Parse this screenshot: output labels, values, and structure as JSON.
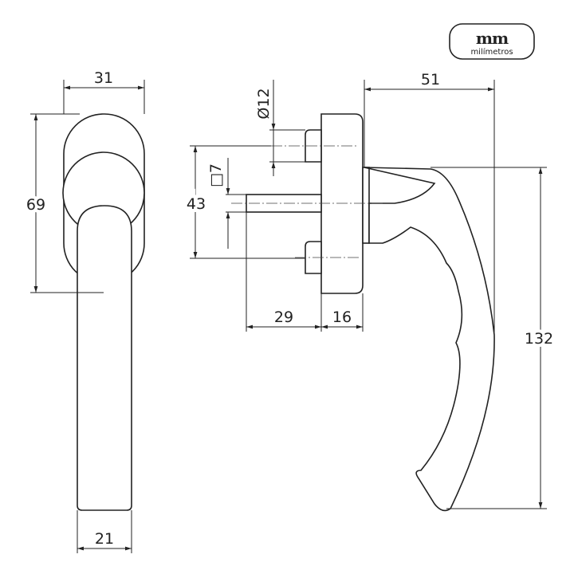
{
  "logo": {
    "mark": "mm",
    "caption": "milímetros"
  },
  "dimensions": {
    "front_width": "31",
    "front_height": "69",
    "lever_width": "21",
    "screw_diameter": "Ø12",
    "spindle_square": "□7",
    "screw_spacing": "43",
    "spindle_length": "29",
    "rosette_depth": "16",
    "handle_projection": "51",
    "handle_length": "132"
  }
}
